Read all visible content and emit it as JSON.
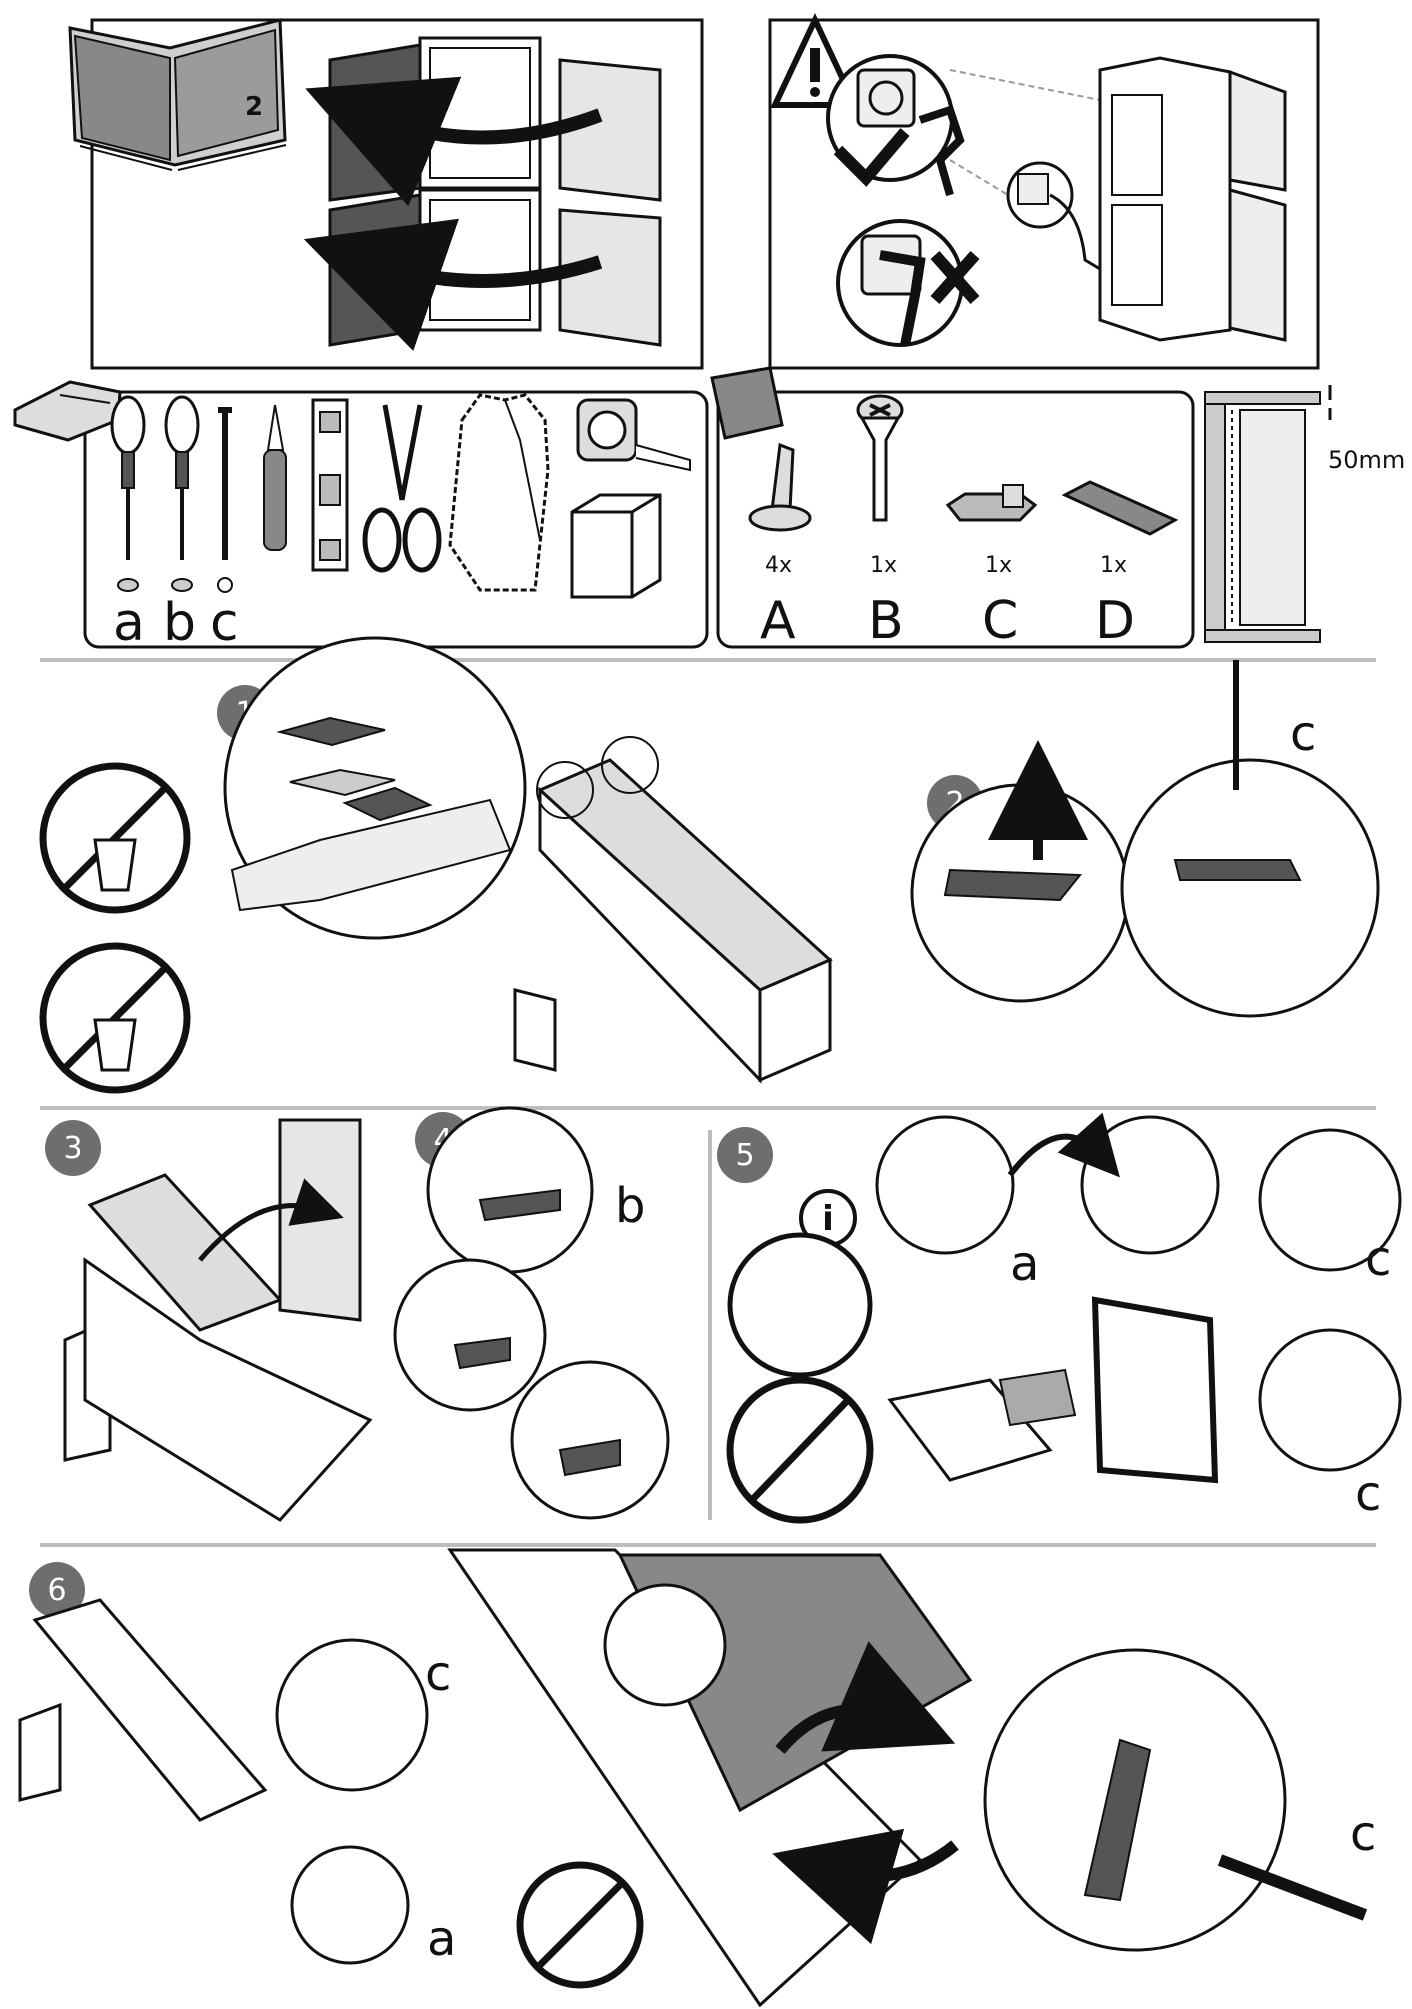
{
  "intro": {
    "manual_page_number": "2"
  },
  "tools": {
    "bit_labels": [
      "a",
      "b",
      "c"
    ]
  },
  "parts": {
    "items": [
      {
        "letter": "A",
        "qty": "4x",
        "icon": "plastic-rivet-icon"
      },
      {
        "letter": "B",
        "qty": "1x",
        "icon": "screw-icon"
      },
      {
        "letter": "C",
        "qty": "1x",
        "icon": "hinge-cap-block-icon"
      },
      {
        "letter": "D",
        "qty": "1x",
        "icon": "cover-plate-icon"
      }
    ]
  },
  "clearance": {
    "gap_label": "50mm"
  },
  "steps": {
    "s1": "1",
    "s2": "2",
    "s3": "3",
    "s4": "4",
    "s5": "5",
    "s6": "6"
  },
  "tool_callouts": {
    "step2_tool": "c",
    "step4_tool": "b",
    "step5_tool_a": "a",
    "step5_tool_c1": "c",
    "step5_tool_c2": "c",
    "step6_tool_c1": "c",
    "step6_tool_a": "a",
    "step6_tool_c2": "c"
  },
  "colors": {
    "line": "#1a1a1a",
    "dark_fill": "#555555",
    "mid_fill": "#9a9a9a",
    "light_fill": "#dedede",
    "step_badge": "#6e6e6e",
    "divider": "#bdbdbd"
  }
}
